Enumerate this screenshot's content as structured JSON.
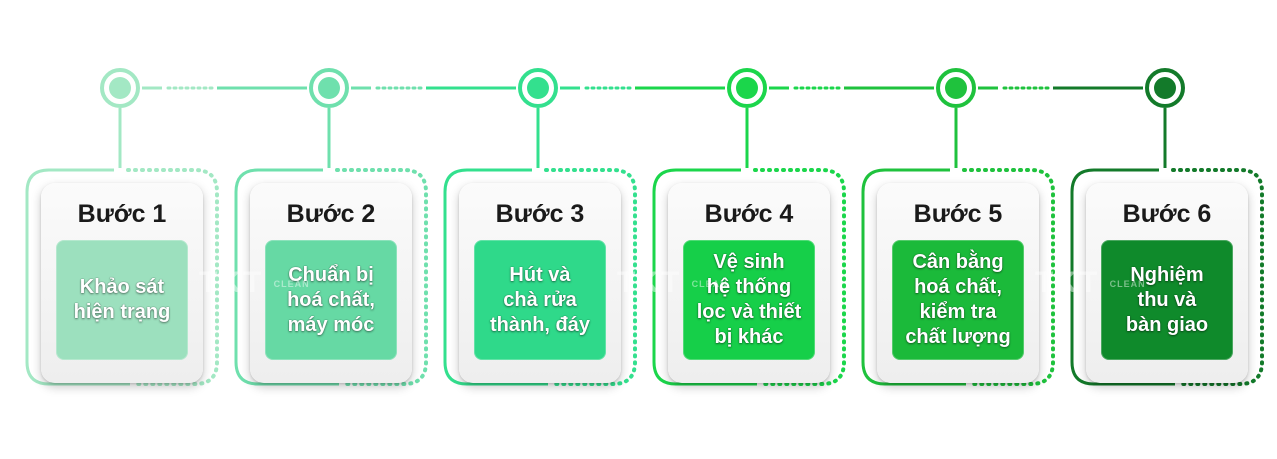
{
  "steps": [
    {
      "title": "Bước 1",
      "text": "Khảo sát\nhiện trạng",
      "color": "#9ce0be",
      "node": "#a3e8c4"
    },
    {
      "title": "Bước 2",
      "text": "Chuẩn bị\nhoá chất,\nmáy móc",
      "color": "#66d9a4",
      "node": "#6fe0ad"
    },
    {
      "title": "Bước 3",
      "text": "Hút và\nchà rửa\nthành, đáy",
      "color": "#2fd98a",
      "node": "#33e08e"
    },
    {
      "title": "Bước 4",
      "text": "Vệ sinh\nhệ thống\nlọc và thiết\nbị khác",
      "color": "#16cf49",
      "node": "#1bd64b"
    },
    {
      "title": "Bước 5",
      "text": "Cân bằng\nhoá chất,\nkiểm tra\nchất lượng",
      "color": "#1bba3a",
      "node": "#1fc23d"
    },
    {
      "title": "Bước 6",
      "text": "Nghiệm\nthu và\nbàn giao",
      "color": "#0f8a2b",
      "node": "#137a2a"
    }
  ],
  "watermark": {
    "brand": "TKT",
    "sub": "CLEAN"
  }
}
